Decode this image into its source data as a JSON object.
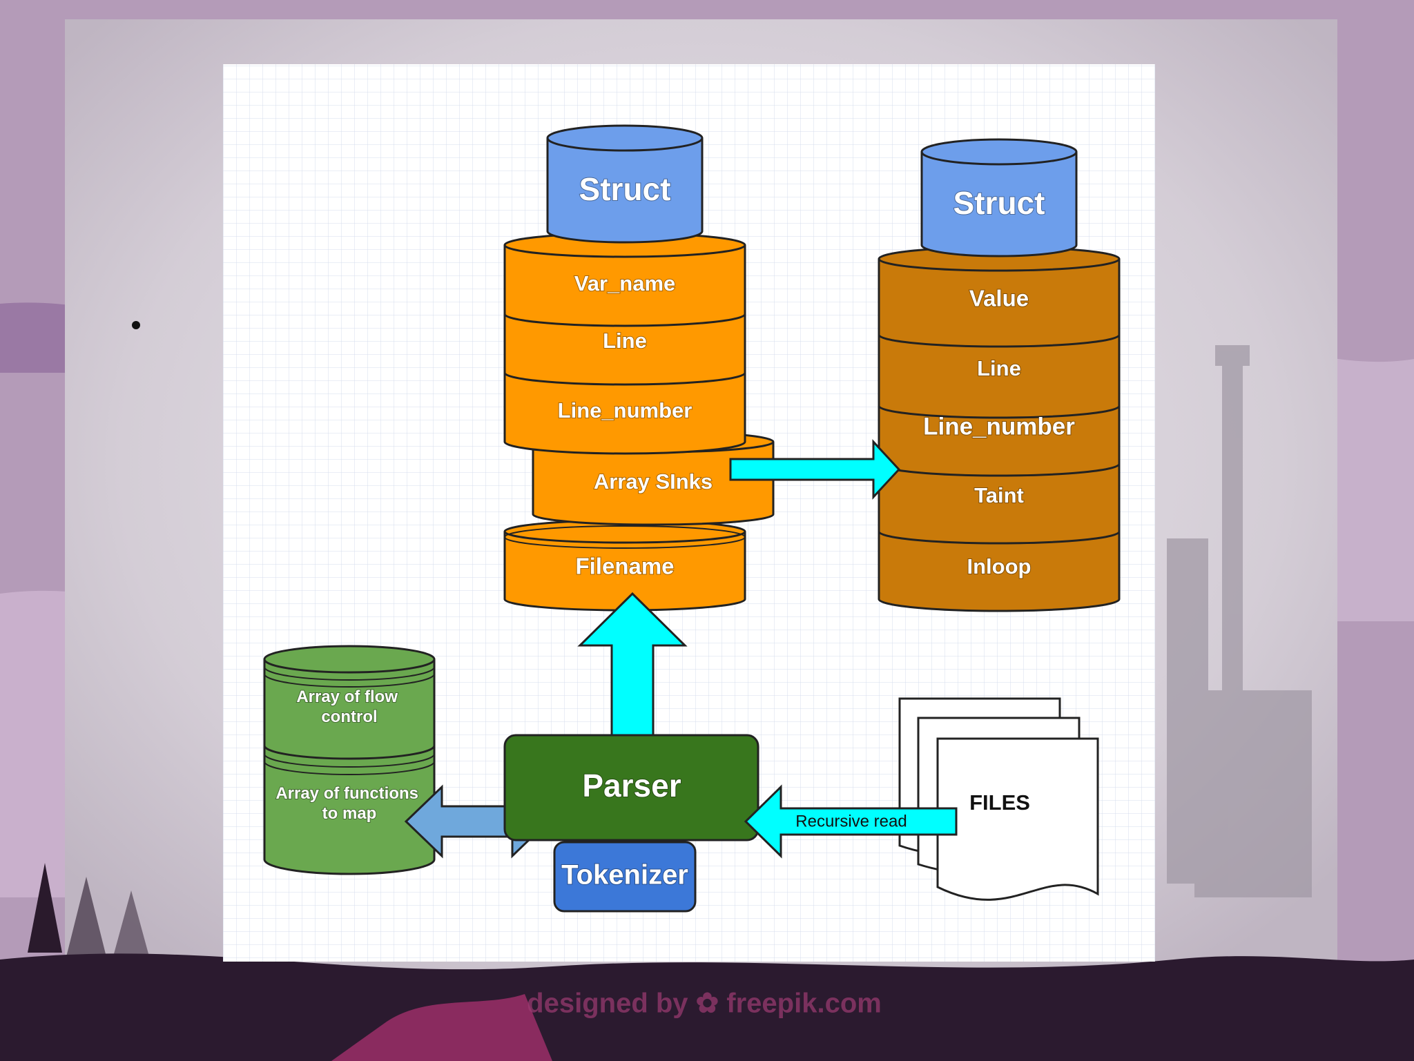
{
  "slide": {
    "watermark": "designed by ✿ freepik.com"
  },
  "diagram": {
    "struct_left": {
      "header": "Struct",
      "fields": [
        "Var_name",
        "Line",
        "Line_number"
      ],
      "array_sinks": "Array SInks",
      "filename": "Filename"
    },
    "struct_right": {
      "header": "Struct",
      "fields": [
        "Value",
        "Line",
        "Line_number",
        "Taint",
        "Inloop"
      ]
    },
    "green_store": {
      "top": "Array of flow\ncontrol",
      "bottom": "Array of functions\nto map"
    },
    "parser": "Parser",
    "tokenizer": "Tokenizer",
    "files": "FILES",
    "recursive_read": "Recursive read"
  },
  "colors": {
    "struct_blue": "#6d9eeb",
    "orange": "#ff9900",
    "dark_orange": "#c97a0a",
    "green": "#6aa84f",
    "parser_green": "#38761d",
    "tokenizer_blue": "#3c78d8",
    "arrow_cyan": "#00ffff",
    "arrow_blue": "#6fa8dc"
  }
}
